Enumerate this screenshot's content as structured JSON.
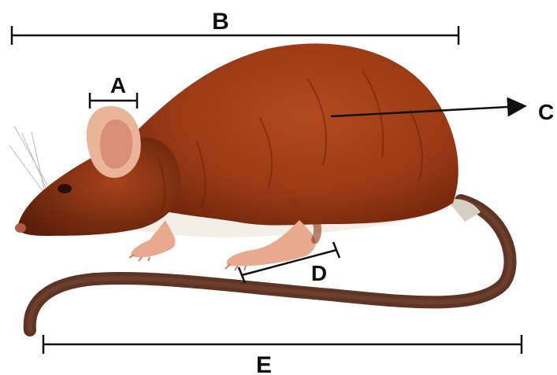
{
  "labels": {
    "a": "A",
    "b": "B",
    "c": "C",
    "d": "D",
    "e": "E"
  },
  "colors": {
    "fur_dark": "#7a2a10",
    "fur_main": "#a8431a",
    "fur_light": "#c0602a",
    "belly": "#f3efe6",
    "ear": "#e9b49a",
    "ear_inner": "#d98f76",
    "paw": "#e8a98e",
    "tail": "#5e3424",
    "tail_base": "#d8cfc4",
    "line": "#111111"
  }
}
